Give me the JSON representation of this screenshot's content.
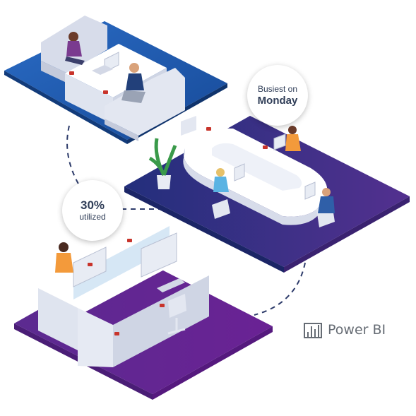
{
  "stats": {
    "busiest_line1": "Busiest on",
    "busiest_line2": "Monday",
    "utilized_value": "30%",
    "utilized_label": "utilized"
  },
  "brand": {
    "name": "Power BI",
    "icon": "power-bi-bar-icon",
    "color": "#666c74"
  },
  "palette": {
    "platform_top": "#1f55a8",
    "platform_middle_left": "#22357f",
    "platform_middle_right": "#4a2a8a",
    "platform_bottom": "#5f2591",
    "furniture": "#e9edf5",
    "accent_orange": "#f39a3b"
  }
}
